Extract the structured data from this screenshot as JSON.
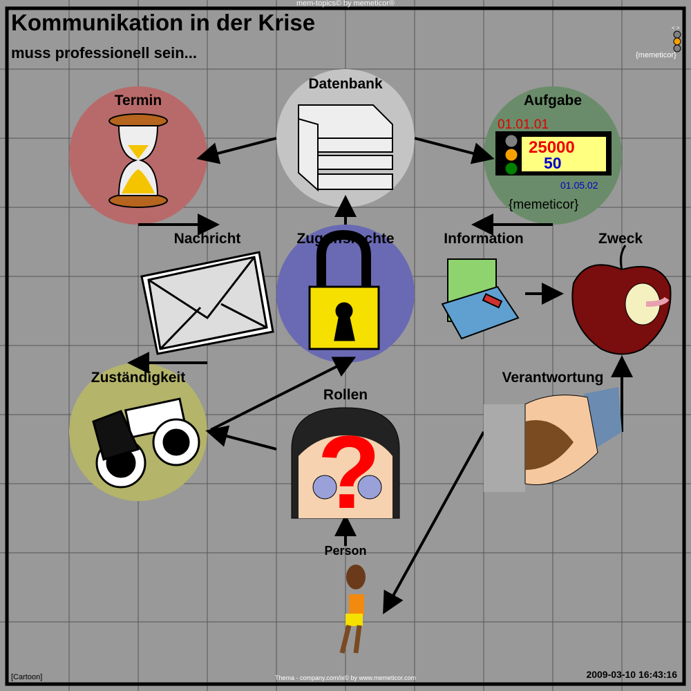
{
  "header": {
    "top_credit": "mem-topics© by memeticor®",
    "title": "Kommunikation in der Krise",
    "subtitle": "muss professionell sein..."
  },
  "corner": {
    "nav": "< >",
    "brand": "{memeticor}",
    "light_colors": [
      "#808080",
      "#f5a000",
      "#808080"
    ]
  },
  "nodes": {
    "termin": "Termin",
    "datenbank": "Datenbank",
    "aufgabe": "Aufgabe",
    "nachricht": "Nachricht",
    "zugriffsrechte": "Zugriffsrechte",
    "information": "Information",
    "zweck": "Zweck",
    "zustaendigkeit": "Zuständigkeit",
    "rollen": "Rollen",
    "verantwortung": "Verantwortung",
    "person": "Person"
  },
  "aufgabe_widget": {
    "start_date": "01.01.01",
    "value_big": "25000",
    "value_small": "50",
    "end_date": "01.05.02",
    "brand": "{memeticor}"
  },
  "circle_colors": {
    "termin": "#b86a6a",
    "datenbank": "#c4c4c4",
    "aufgabe": "#6a8c6a",
    "zugriffsrechte": "#6a6ab4",
    "zustaendigkeit": "#b4b46a"
  },
  "footer": {
    "category": "[Cartoon]",
    "credit": "Thema - company.com/ix© by www.memeticor.com",
    "timestamp": "2009-03-10 16:43:16"
  }
}
